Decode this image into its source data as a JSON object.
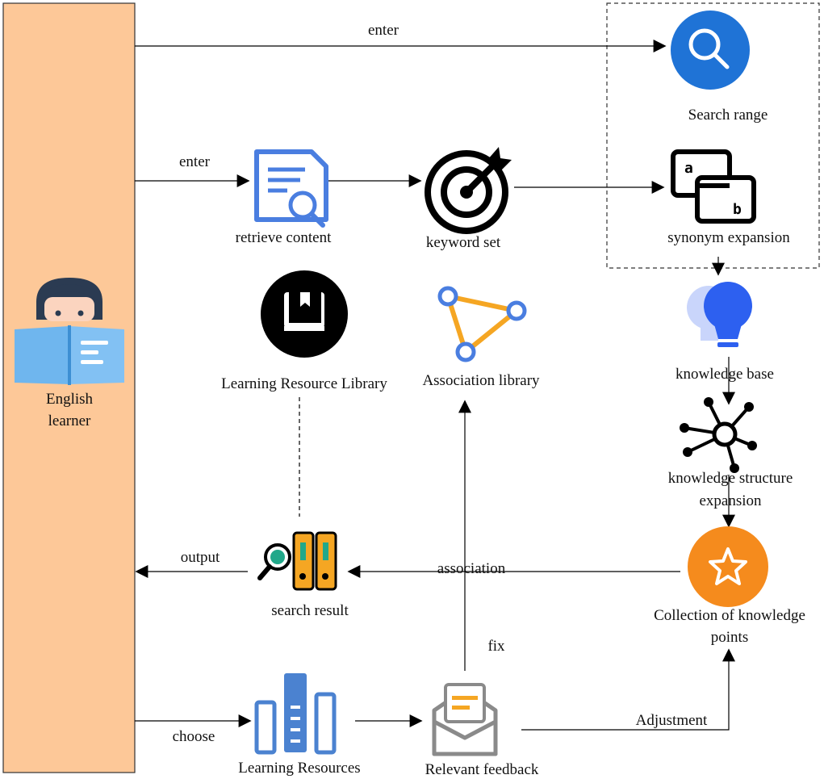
{
  "learner": {
    "label_line1": "English",
    "label_line2": "learner"
  },
  "nodes": {
    "search_range": "Search range",
    "retrieve_content": "retrieve content",
    "keyword_set": "keyword set",
    "synonym_expansion": "synonym expansion",
    "learning_resource_library": "Learning Resource Library",
    "association_library": "Association library",
    "knowledge_base": "knowledge base",
    "knowledge_structure_line1": "knowledge structure",
    "knowledge_structure_line2": "expansion",
    "search_result": "search result",
    "collection_line1": "Collection of knowledge",
    "collection_line2": "points",
    "learning_resources": "Learning Resources",
    "relevant_feedback": "Relevant feedback"
  },
  "edges": {
    "enter_top": "enter",
    "enter_mid": "enter",
    "output": "output",
    "association": "association",
    "fix": "fix",
    "choose": "choose",
    "adjustment": "Adjustment"
  },
  "colors": {
    "learner_fill": "#fdc898",
    "search_blue": "#1f73d6",
    "doc_blue": "#4a7ee0",
    "orange": "#f5a623",
    "teal": "#21a88a",
    "star_orange": "#f58b1d",
    "bulb_blue": "#2d60f0",
    "bars_blue": "#4b82d0",
    "mail_grey": "#8a8a8a"
  }
}
